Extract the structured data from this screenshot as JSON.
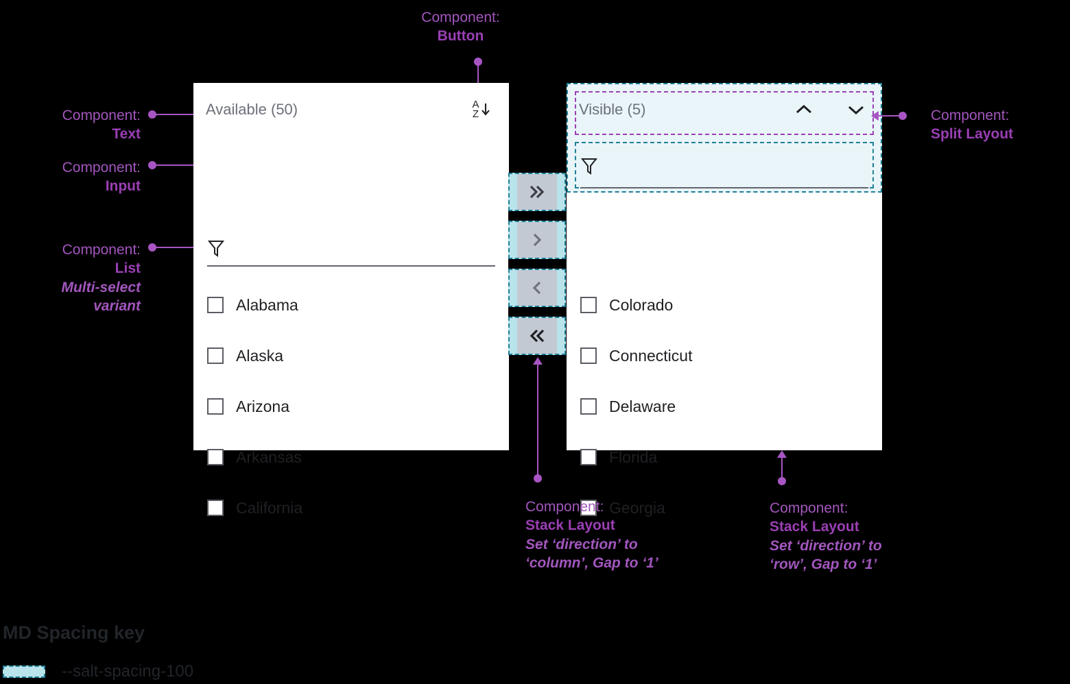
{
  "colors": {
    "background": "#000000",
    "annotation": "#a855c4",
    "annotation_bold": "#9b3fb5",
    "panel_bg": "#ffffff",
    "spacing_fill": "#b9e3ea",
    "spacing_border": "#1f7f96",
    "text_muted": "#6c7079",
    "text_primary": "#1f2023",
    "transfer_button": "#c3c9d2"
  },
  "annotations": {
    "text": {
      "lead": "Component:",
      "name": "Text"
    },
    "input": {
      "lead": "Component:",
      "name": "Input"
    },
    "list": {
      "lead": "Component:",
      "name": "List",
      "sub_line1": "Multi-select",
      "sub_line2": "variant"
    },
    "button": {
      "lead": "Component:",
      "name": "Button"
    },
    "split_layout": {
      "lead": "Component:",
      "name": "Split Layout"
    },
    "stack_column": {
      "lead": "Component:",
      "name": "Stack Layout",
      "sub_line1": "Set ‘direction’ to",
      "sub_line2": "‘column’, Gap to ‘1’"
    },
    "stack_row": {
      "lead": "Component:",
      "name": "Stack Layout",
      "sub_line1": "Set ‘direction’ to",
      "sub_line2": "‘row’, Gap to ‘1’"
    }
  },
  "available_panel": {
    "title": "Available (50)",
    "sort_button": {
      "icon": "sort-az-descending-icon",
      "top_letter": "A",
      "bottom_letter": "Z",
      "arrow": "↓"
    },
    "filter": {
      "icon": "funnel-filter-icon",
      "value": "",
      "placeholder": ""
    },
    "items": [
      {
        "label": "Alabama",
        "checked": false
      },
      {
        "label": "Alaska",
        "checked": false
      },
      {
        "label": "Arizona",
        "checked": false
      },
      {
        "label": "Arkansas",
        "checked": false
      },
      {
        "label": "California",
        "checked": false
      }
    ]
  },
  "visible_panel": {
    "title": "Visible (5)",
    "move_up_button": {
      "icon": "chevron-up-icon"
    },
    "move_down_button": {
      "icon": "chevron-down-icon"
    },
    "filter": {
      "icon": "funnel-filter-icon",
      "value": "",
      "placeholder": ""
    },
    "items": [
      {
        "label": "Colorado",
        "checked": false
      },
      {
        "label": "Connecticut",
        "checked": false
      },
      {
        "label": "Delaware",
        "checked": false
      },
      {
        "label": "Florida",
        "checked": false
      },
      {
        "label": "Georgia",
        "checked": false
      }
    ]
  },
  "transfer_controls": [
    {
      "icon": "double-chevron-right-icon",
      "glyph": "»",
      "name": "move-all-right-button"
    },
    {
      "icon": "chevron-right-icon",
      "glyph": "›",
      "name": "move-right-button"
    },
    {
      "icon": "chevron-left-icon",
      "glyph": "‹",
      "name": "move-left-button"
    },
    {
      "icon": "double-chevron-left-icon",
      "glyph": "«",
      "name": "move-all-left-button"
    }
  ],
  "spacing_key": {
    "title": "MD Spacing key",
    "entries": [
      {
        "token": "--salt-spacing-100"
      }
    ]
  }
}
